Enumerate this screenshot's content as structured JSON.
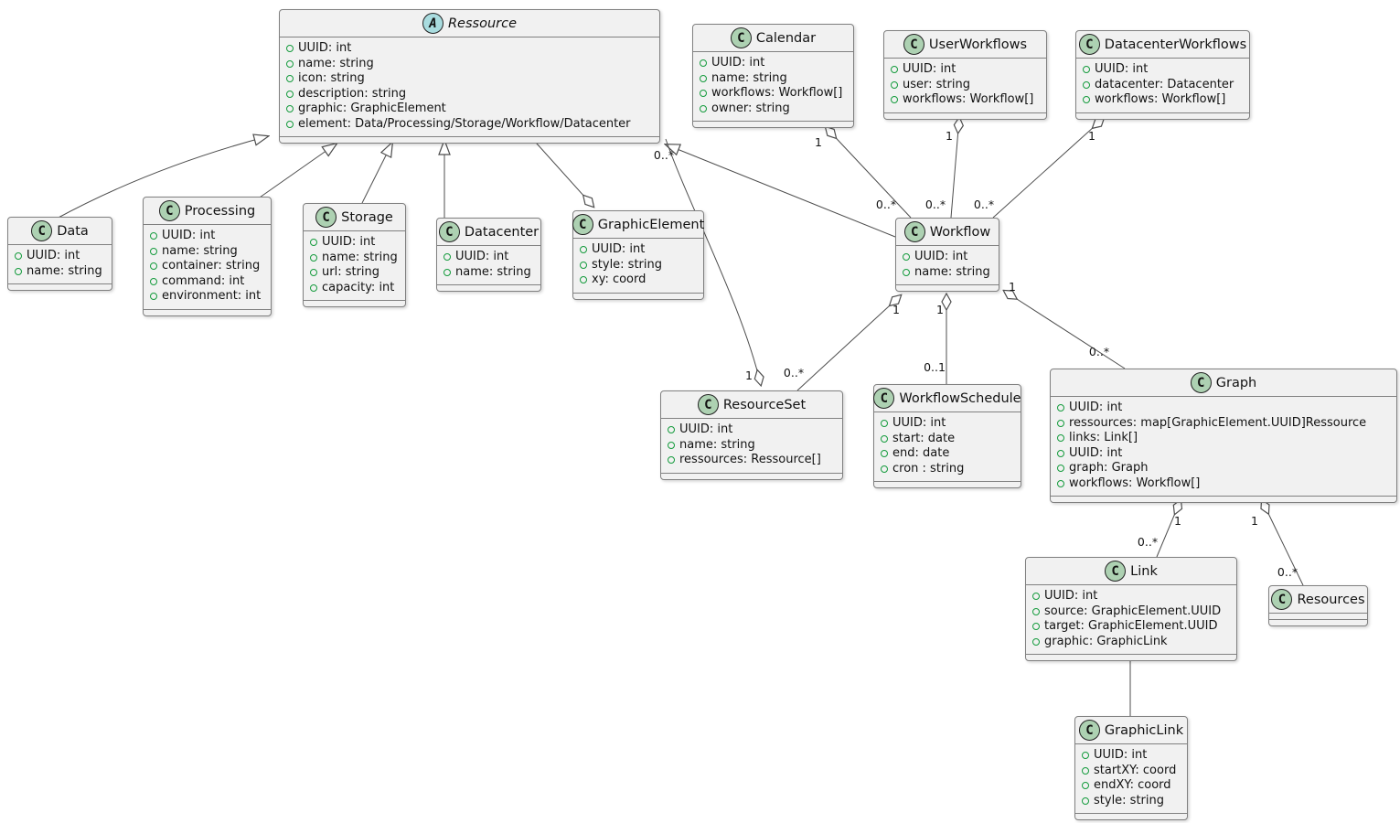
{
  "diagram_type": "uml-class-diagram",
  "colors": {
    "box_fill": "#F1F1F1",
    "box_border": "#808080",
    "connector": "#4D4D4D",
    "class_icon_fill": "#ADD1B2",
    "abstract_icon_fill": "#A9DCDF",
    "field_dot_green": "#149B3C"
  },
  "classes": {
    "ressource": {
      "icon": "A",
      "kind": "abstract",
      "name": "Ressource",
      "attributes": [
        "UUID: int",
        "name: string",
        "icon: string",
        "description: string",
        "graphic: GraphicElement",
        "element: Data/Processing/Storage/Workflow/Datacenter"
      ]
    },
    "calendar": {
      "icon": "C",
      "kind": "class",
      "name": "Calendar",
      "attributes": [
        "UUID: int",
        "name: string",
        "workflows: Workflow[]",
        "owner: string"
      ]
    },
    "userworkflows": {
      "icon": "C",
      "kind": "class",
      "name": "UserWorkflows",
      "attributes": [
        "UUID: int",
        "user: string",
        "workflows: Workflow[]"
      ]
    },
    "datacenterworkflows": {
      "icon": "C",
      "kind": "class",
      "name": "DatacenterWorkflows",
      "attributes": [
        "UUID: int",
        "datacenter: Datacenter",
        "workflows: Workflow[]"
      ]
    },
    "data": {
      "icon": "C",
      "kind": "class",
      "name": "Data",
      "attributes": [
        "UUID: int",
        "name: string"
      ]
    },
    "processing": {
      "icon": "C",
      "kind": "class",
      "name": "Processing",
      "attributes": [
        "UUID: int",
        "name: string",
        "container: string",
        "command: int",
        "environment: int"
      ]
    },
    "storage": {
      "icon": "C",
      "kind": "class",
      "name": "Storage",
      "attributes": [
        "UUID: int",
        "name: string",
        "url: string",
        "capacity: int"
      ]
    },
    "datacenter": {
      "icon": "C",
      "kind": "class",
      "name": "Datacenter",
      "attributes": [
        "UUID: int",
        "name: string"
      ]
    },
    "graphicelement": {
      "icon": "C",
      "kind": "class",
      "name": "GraphicElement",
      "attributes": [
        "UUID: int",
        "style: string",
        "xy: coord"
      ]
    },
    "workflow": {
      "icon": "C",
      "kind": "class",
      "name": "Workflow",
      "attributes": [
        "UUID: int",
        "name: string"
      ]
    },
    "resourceset": {
      "icon": "C",
      "kind": "class",
      "name": "ResourceSet",
      "attributes": [
        "UUID: int",
        "name: string",
        "ressources: Ressource[]"
      ]
    },
    "workflowschedule": {
      "icon": "C",
      "kind": "class",
      "name": "WorkflowSchedule",
      "attributes": [
        "UUID: int",
        "start: date",
        "end: date",
        "cron : string"
      ]
    },
    "graph": {
      "icon": "C",
      "kind": "class",
      "name": "Graph",
      "attributes": [
        "UUID: int",
        "ressources: map[GraphicElement.UUID]Ressource",
        "links: Link[]",
        "UUID: int",
        "graph: Graph",
        "workflows: Workflow[]"
      ]
    },
    "link": {
      "icon": "C",
      "kind": "class",
      "name": "Link",
      "attributes": [
        "UUID: int",
        "source: GraphicElement.UUID",
        "target: GraphicElement.UUID",
        "graphic: GraphicLink"
      ]
    },
    "resources": {
      "icon": "C",
      "kind": "class",
      "name": "Resources",
      "attributes": []
    },
    "graphiclink": {
      "icon": "C",
      "kind": "class",
      "name": "GraphicLink",
      "attributes": [
        "UUID: int",
        "startXY: coord",
        "endXY: coord",
        "style: string"
      ]
    }
  },
  "edges": {
    "inheritance_data": {
      "type": "inheritance",
      "child": "Data",
      "parent": "Ressource"
    },
    "inheritance_processing": {
      "type": "inheritance",
      "child": "Processing",
      "parent": "Ressource"
    },
    "inheritance_storage": {
      "type": "inheritance",
      "child": "Storage",
      "parent": "Ressource"
    },
    "inheritance_datacenter": {
      "type": "inheritance",
      "child": "Datacenter",
      "parent": "Ressource"
    },
    "inheritance_workflow": {
      "type": "inheritance",
      "child": "Workflow",
      "parent": "Ressource"
    },
    "ressource_graphicelement": {
      "type": "aggregation",
      "owner": "GraphicElement",
      "target": "Ressource",
      "owner_mult": "",
      "target_mult": ""
    },
    "calendar_workflows": {
      "type": "aggregation",
      "owner": "Calendar",
      "target": "Workflow",
      "owner_mult": "1",
      "target_mult": "0..*"
    },
    "userworkflows_workflows": {
      "type": "aggregation",
      "owner": "UserWorkflows",
      "target": "Workflow",
      "owner_mult": "1",
      "target_mult": "0..*"
    },
    "datacenterworkflows_workflows": {
      "type": "aggregation",
      "owner": "DatacenterWorkflows",
      "target": "Workflow",
      "owner_mult": "1",
      "target_mult": "0..*"
    },
    "resourceset_ressources": {
      "type": "aggregation",
      "owner": "ResourceSet",
      "target": "Ressource",
      "owner_mult": "1",
      "target_mult": "0..*"
    },
    "workflow_resourcesets": {
      "type": "aggregation",
      "owner": "Workflow",
      "target": "ResourceSet",
      "owner_mult": "1",
      "target_mult": "0..*"
    },
    "workflow_schedule": {
      "type": "aggregation",
      "owner": "Workflow",
      "target": "WorkflowSchedule",
      "owner_mult": "1",
      "target_mult": "0..1"
    },
    "workflow_graphs": {
      "type": "aggregation",
      "owner": "Workflow",
      "target": "Graph",
      "owner_mult": "1",
      "target_mult": "0..*"
    },
    "graph_links": {
      "type": "aggregation",
      "owner": "Graph",
      "target": "Link",
      "owner_mult": "1",
      "target_mult": "0..*"
    },
    "graph_resources": {
      "type": "aggregation",
      "owner": "Graph",
      "target": "Resources",
      "owner_mult": "1",
      "target_mult": "0..*"
    },
    "link_graphiclink": {
      "type": "association",
      "from": "Link",
      "to": "GraphicLink"
    }
  }
}
